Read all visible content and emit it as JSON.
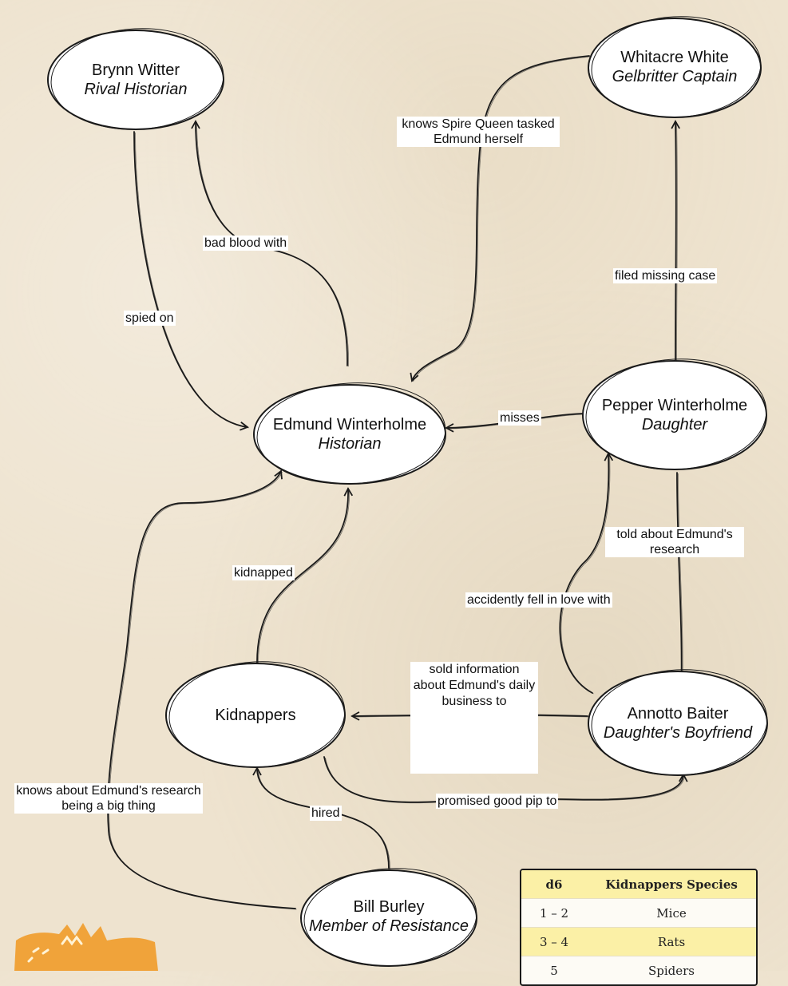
{
  "diagram": {
    "nodes": [
      {
        "id": "brynn",
        "name": "Brynn Witter",
        "role": "Rival Historian"
      },
      {
        "id": "whitacre",
        "name": "Whitacre White",
        "role": "Gelbritter Captain"
      },
      {
        "id": "edmund",
        "name": "Edmund Winterholme",
        "role": "Historian"
      },
      {
        "id": "pepper",
        "name": "Pepper Winterholme",
        "role": "Daughter"
      },
      {
        "id": "kidnappers",
        "name": "Kidnappers",
        "role": ""
      },
      {
        "id": "annotto",
        "name": "Annotto Baiter",
        "role": "Daughter's Boyfriend"
      },
      {
        "id": "bill",
        "name": "Bill Burley",
        "role": "Member of Resistance"
      }
    ],
    "edges": [
      {
        "id": "bad-blood",
        "from": "edmund",
        "to": "brynn",
        "label": "bad blood with"
      },
      {
        "id": "spied-on",
        "from": "brynn",
        "to": "edmund",
        "label": "spied on"
      },
      {
        "id": "knows-queen",
        "from": "whitacre",
        "to": "edmund",
        "label": "knows Spire Queen tasked Edmund herself"
      },
      {
        "id": "filed-missing",
        "from": "pepper",
        "to": "whitacre",
        "label": "filed missing case"
      },
      {
        "id": "misses",
        "from": "pepper",
        "to": "edmund",
        "label": "misses"
      },
      {
        "id": "told-about",
        "from": "pepper",
        "to": "annotto",
        "label": "told about Edmund's research"
      },
      {
        "id": "fell-in-love",
        "from": "annotto",
        "to": "pepper",
        "label": "accidently fell in love with"
      },
      {
        "id": "kidnapped",
        "from": "kidnappers",
        "to": "edmund",
        "label": "kidnapped"
      },
      {
        "id": "sold-info",
        "from": "annotto",
        "to": "kidnappers",
        "label": "sold information about Edmund's daily business to"
      },
      {
        "id": "promised-pip",
        "from": "kidnappers",
        "to": "annotto",
        "label": "promised good pip to"
      },
      {
        "id": "hired",
        "from": "bill",
        "to": "kidnappers",
        "label": "hired"
      },
      {
        "id": "knows-research",
        "from": "bill",
        "to": "edmund",
        "label": "knows about Edmund's research being a big thing"
      }
    ]
  },
  "species_table": {
    "headers": [
      "d6",
      "Kidnappers Species"
    ],
    "rows": [
      {
        "roll": "1 – 2",
        "species": "Mice"
      },
      {
        "roll": "3 – 4",
        "species": "Rats"
      },
      {
        "roll": "5",
        "species": "Spiders"
      }
    ]
  },
  "colors": {
    "background": "#eee3cf",
    "line": "#1a1a1a",
    "node_fill": "#ffffff",
    "table_highlight": "#fbf0a6",
    "logo": "#f0a33a"
  },
  "logo": {
    "icon": "orange-brush-logo"
  }
}
